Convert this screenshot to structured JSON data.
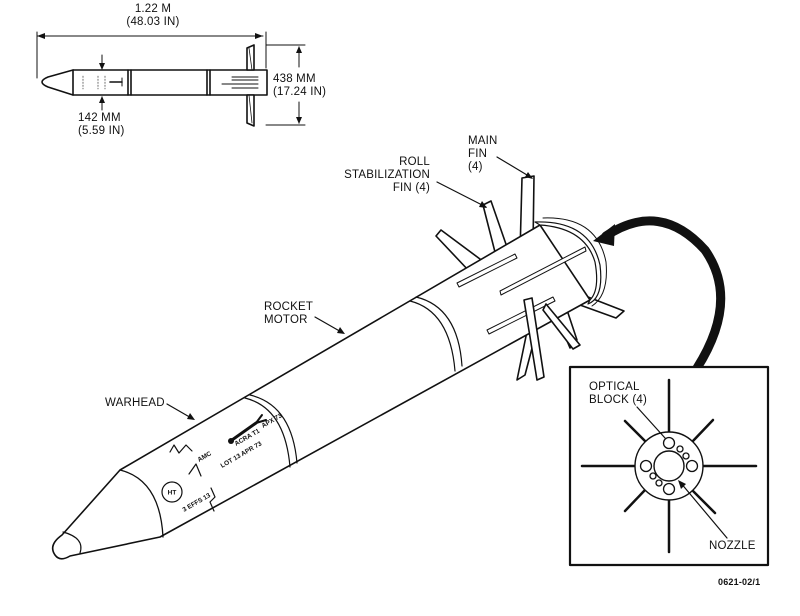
{
  "figure": {
    "id_code": "0621-02/1"
  },
  "side_view": {
    "length_metric": "1.22 M",
    "length_imperial": "(48.03 IN)",
    "fin_span_metric": "438 MM",
    "fin_span_imperial": "(17.24 IN)",
    "diameter_metric": "142 MM",
    "diameter_imperial": "(5.59 IN)"
  },
  "callouts": {
    "main_fin": [
      "MAIN",
      "FIN",
      "(4)"
    ],
    "roll_fin": [
      "ROLL",
      "STABILIZATION",
      "FIN (4)"
    ],
    "rocket_motor": [
      "ROCKET",
      "MOTOR"
    ],
    "warhead": "WARHEAD"
  },
  "warhead_markings": {
    "badge": "HT",
    "line1": "ACRA T1",
    "line2": "LOT 13 APR 73",
    "line3": "AMC",
    "line4": "3 EFFS 13",
    "line5": "APX 73"
  },
  "inset": {
    "optical_block": [
      "OPTICAL",
      "BLOCK (4)"
    ],
    "nozzle": "NOZZLE"
  },
  "colors": {
    "ink": "#111111",
    "paper": "#ffffff"
  }
}
